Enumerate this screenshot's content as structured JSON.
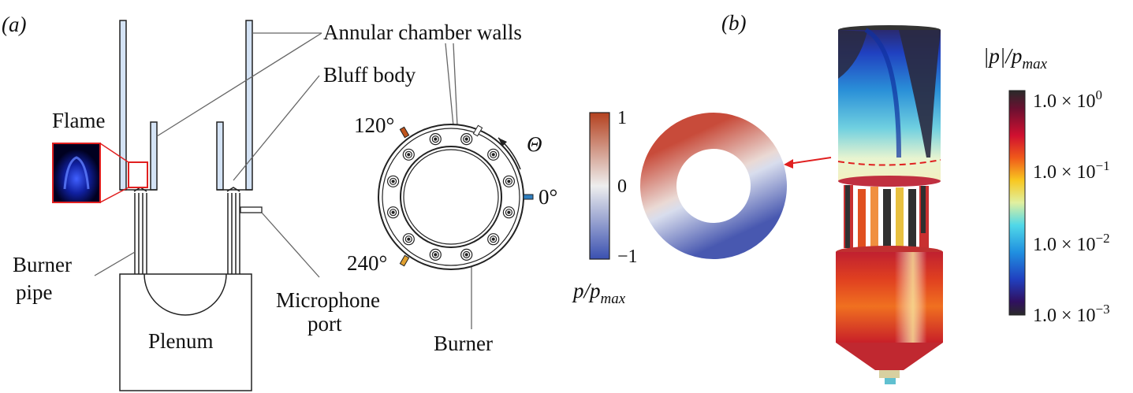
{
  "panel_a": {
    "panel_label": "(a)",
    "labels": {
      "annular_walls": "Annular chamber walls",
      "bluff_body": "Bluff body",
      "flame": "Flame",
      "burner_pipe_1": "Burner",
      "burner_pipe_2": "pipe",
      "plenum": "Plenum",
      "microphone_1": "Microphone",
      "microphone_2": "port",
      "burner": "Burner",
      "theta": "Θ",
      "angle_120": "120°",
      "angle_0": "0°",
      "angle_240": "240°"
    },
    "colorbar": {
      "max": "1",
      "mid": "0",
      "min": "−1",
      "label_main": "p/p",
      "label_sub": "max"
    },
    "colors": {
      "wall_fill": "#d4e3f5",
      "flame_box": "#e02020",
      "port_120": "#c0541c",
      "port_240": "#e0a030",
      "port_0": "#2f7fc0",
      "cb_top": "#b4411f",
      "cb_mid": "#eeeeee",
      "cb_bot": "#3a50b0"
    }
  },
  "panel_b": {
    "panel_label": "(b)",
    "colorbar": {
      "title_main": "|p|/p",
      "title_sub": "max",
      "ticks": [
        {
          "base": "1.0 × 10",
          "exp": "0"
        },
        {
          "base": "1.0 × 10",
          "exp": "−1"
        },
        {
          "base": "1.0 × 10",
          "exp": "−2"
        },
        {
          "base": "1.0 × 10",
          "exp": "−3"
        }
      ]
    }
  }
}
